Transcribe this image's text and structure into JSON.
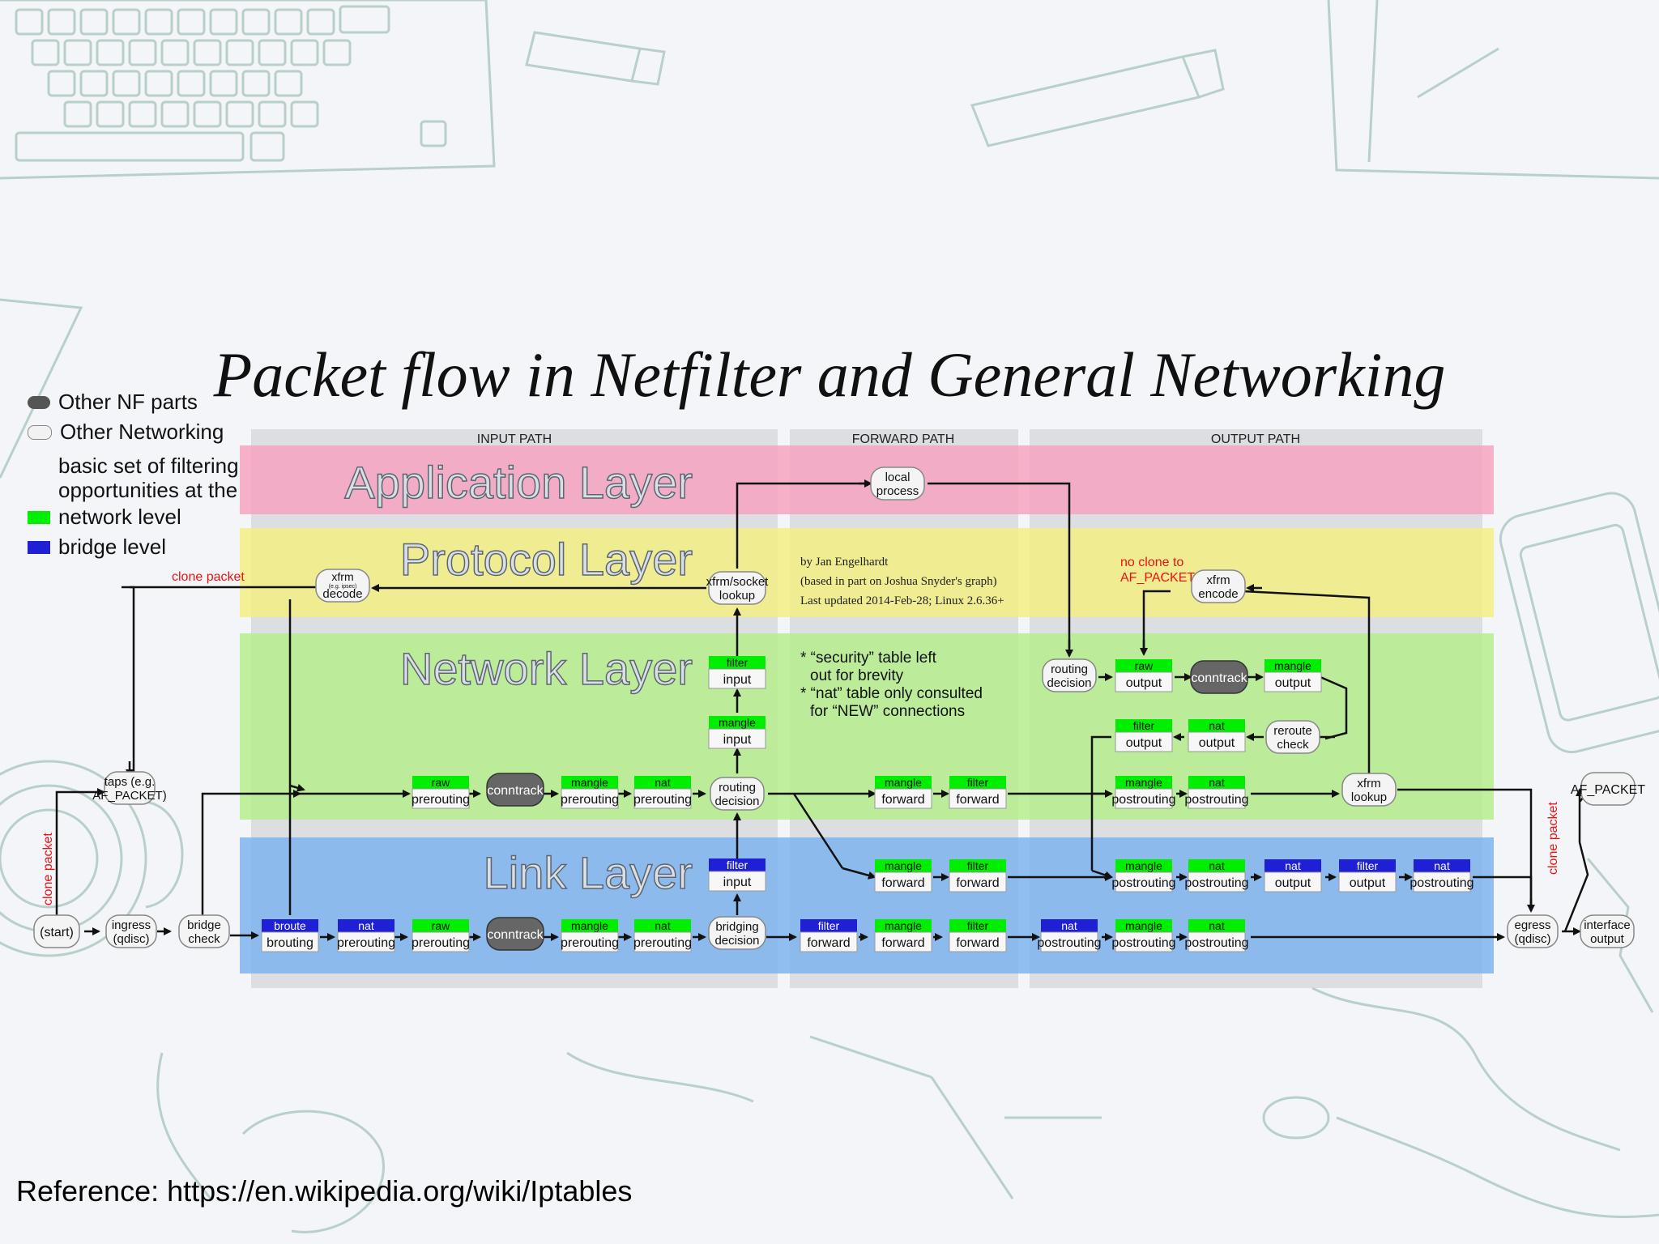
{
  "title": "Packet flow in Netfilter and General Networking",
  "legend": {
    "other_nf": "Other NF parts",
    "other_net": "Other Networking",
    "basic_line1": "basic set of filtering",
    "basic_line2": "opportunities at the",
    "network_level": "network level",
    "bridge_level": "bridge level"
  },
  "paths": {
    "input": "INPUT PATH",
    "forward": "FORWARD PATH",
    "output": "OUTPUT PATH"
  },
  "layers": {
    "application": "Application Layer",
    "protocol": "Protocol Layer",
    "network": "Network Layer",
    "link": "Link Layer"
  },
  "credits": {
    "line1": "by Jan Engelhardt",
    "line2": "(based in part on Joshua Snyder's graph)",
    "line3": "Last updated 2014-Feb-28; Linux 2.6.36+"
  },
  "notes": {
    "n1": "* “security” table left",
    "n2": "out for brevity",
    "n3": "* “nat” table only consulted",
    "n4": "for “NEW” connections"
  },
  "red_labels": {
    "clone_packet_top": "clone packet",
    "clone_packet_left": "clone packet",
    "clone_packet_right": "clone packet",
    "no_clone_1": "no clone to",
    "no_clone_2": "AF_PACKET"
  },
  "nodes": {
    "start": "(start)",
    "ingress": [
      "ingress",
      "(qdisc)"
    ],
    "bridge_check": [
      "bridge",
      "check"
    ],
    "taps": [
      "taps (e.g.",
      "AF_PACKET)"
    ],
    "xfrm_decode": [
      "xfrm",
      "(e.g. ipsec)",
      "decode"
    ],
    "xfrm_socket": [
      "xfrm/socket",
      "lookup"
    ],
    "local_process": [
      "local",
      "process"
    ],
    "routing_decision_in": [
      "routing",
      "decision"
    ],
    "bridging_decision": [
      "bridging",
      "decision"
    ],
    "routing_decision_out": [
      "routing",
      "decision"
    ],
    "xfrm_encode": [
      "xfrm",
      "encode"
    ],
    "reroute_check": [
      "reroute",
      "check"
    ],
    "xfrm_lookup": [
      "xfrm",
      "lookup"
    ],
    "egress": [
      "egress",
      "(qdisc)"
    ],
    "interface_output": [
      "interface",
      "output"
    ],
    "af_packet": "AF_PACKET",
    "conntrack": "conntrack"
  },
  "hooks": {
    "raw": "raw",
    "nat": "nat",
    "mangle": "mangle",
    "filter": "filter",
    "broute": "broute",
    "prerouting": "prerouting",
    "postrouting": "postrouting",
    "input": "input",
    "output": "output",
    "forward": "forward",
    "brouting": "brouting"
  },
  "reference": "Reference: https://en.wikipedia.org/wiki/Iptables",
  "colors": {
    "application": "#f6a3c0",
    "protocol": "#f2ee84",
    "network": "#b6ee8d",
    "link": "#7eb4ee",
    "net_hook": "#00ee00",
    "bridge_hook": "#1f1fd6",
    "nf_part": "#666666"
  }
}
